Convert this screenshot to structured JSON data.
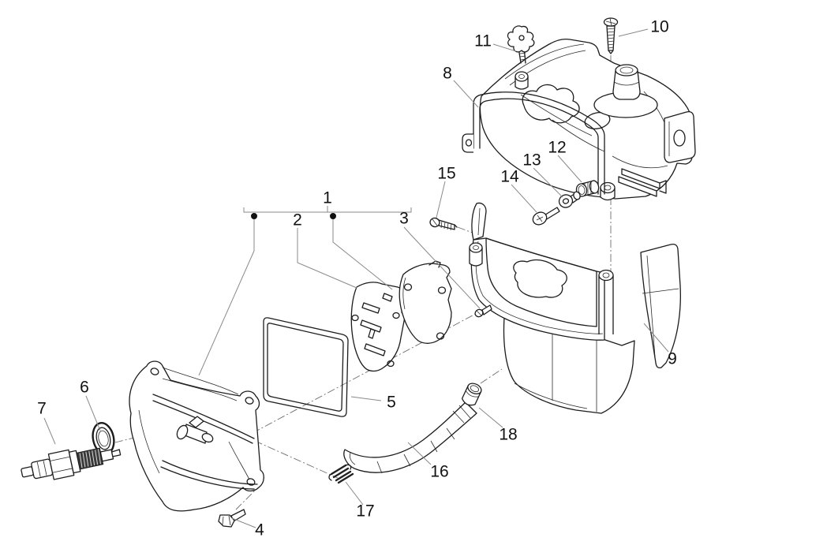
{
  "diagram": {
    "background_color": "#ffffff",
    "line_color": "#1c1c1c",
    "leader_color": "#8a8a8a",
    "centerline_color": "#6e6e6e",
    "label_color": "#111111",
    "labels": {
      "n1": "1",
      "n2": "2",
      "n3": "3",
      "n4": "4",
      "n5": "5",
      "n6": "6",
      "n7": "7",
      "n8": "8",
      "n9": "9",
      "n10": "10",
      "n11": "11",
      "n12": "12",
      "n13": "13",
      "n14": "14",
      "n15": "15",
      "n16": "16",
      "n17": "17",
      "n18": "18"
    }
  }
}
